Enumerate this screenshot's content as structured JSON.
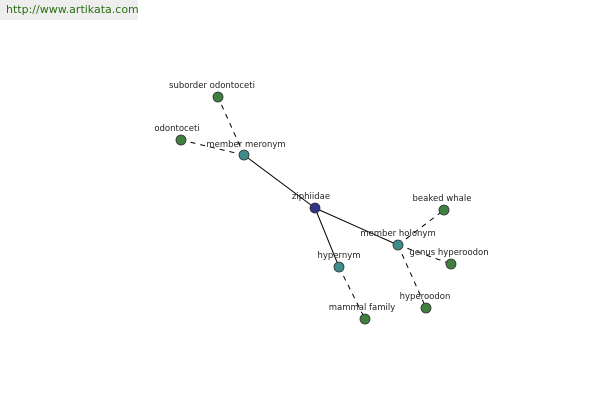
{
  "source_link": {
    "label": "http://www.artikata.com"
  },
  "colors": {
    "center_node": "#33338c",
    "relation_node": "#3f8c8c",
    "leaf_node": "#3f7f3f"
  },
  "graph": {
    "nodes": [
      {
        "id": "ziphiidae",
        "label": "ziphiidae",
        "kind": "center",
        "icon": "center-node-icon"
      },
      {
        "id": "member-meronym",
        "label": "member meronym",
        "kind": "relation",
        "icon": "relation-node-icon"
      },
      {
        "id": "member-holonym",
        "label": "member holonym",
        "kind": "relation",
        "icon": "relation-node-icon"
      },
      {
        "id": "hypernym",
        "label": "hypernym",
        "kind": "relation",
        "icon": "relation-node-icon"
      },
      {
        "id": "suborder-odontoceti",
        "label": "suborder odontoceti",
        "kind": "leaf",
        "icon": "leaf-node-icon"
      },
      {
        "id": "odontoceti",
        "label": "odontoceti",
        "kind": "leaf",
        "icon": "leaf-node-icon"
      },
      {
        "id": "beaked-whale",
        "label": "beaked whale",
        "kind": "leaf",
        "icon": "leaf-node-icon"
      },
      {
        "id": "genus-hyperoodon",
        "label": "genus hyperoodon",
        "kind": "leaf",
        "icon": "leaf-node-icon"
      },
      {
        "id": "hyperoodon",
        "label": "hyperoodon",
        "kind": "leaf",
        "icon": "leaf-node-icon"
      },
      {
        "id": "mammal-family",
        "label": "mammal family",
        "kind": "leaf",
        "icon": "leaf-node-icon"
      }
    ],
    "edges": [
      {
        "from": "ziphiidae",
        "to": "member-meronym",
        "style": "solid"
      },
      {
        "from": "ziphiidae",
        "to": "member-holonym",
        "style": "solid"
      },
      {
        "from": "ziphiidae",
        "to": "hypernym",
        "style": "solid"
      },
      {
        "from": "member-meronym",
        "to": "suborder-odontoceti",
        "style": "dashed"
      },
      {
        "from": "member-meronym",
        "to": "odontoceti",
        "style": "dashed"
      },
      {
        "from": "member-holonym",
        "to": "beaked-whale",
        "style": "dashed"
      },
      {
        "from": "member-holonym",
        "to": "genus-hyperoodon",
        "style": "dashed"
      },
      {
        "from": "member-holonym",
        "to": "hyperoodon",
        "style": "dashed"
      },
      {
        "from": "hypernym",
        "to": "mammal-family",
        "style": "dashed"
      }
    ]
  }
}
